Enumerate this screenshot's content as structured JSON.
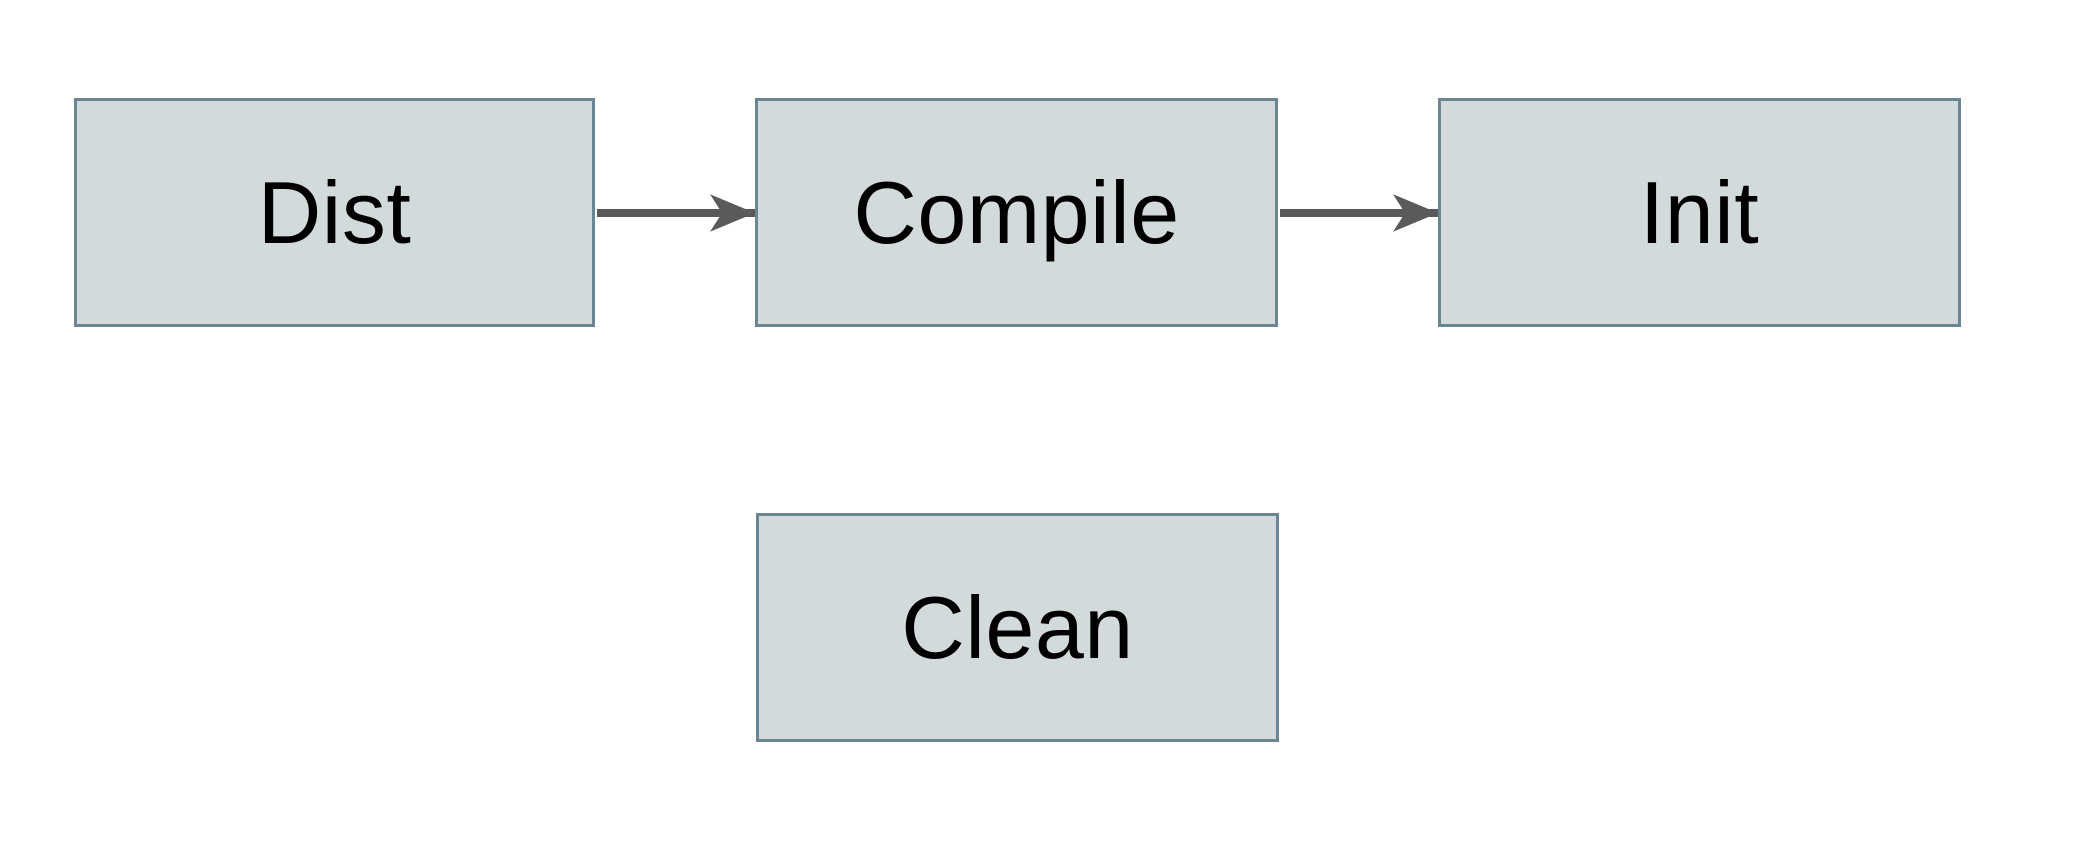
{
  "diagram": {
    "nodes": [
      {
        "id": "dist",
        "label": "Dist"
      },
      {
        "id": "compile",
        "label": "Compile"
      },
      {
        "id": "init",
        "label": "Init"
      },
      {
        "id": "clean",
        "label": "Clean"
      }
    ],
    "edges": [
      {
        "from": "Dist",
        "to": "Compile",
        "direction": "right"
      },
      {
        "from": "Compile",
        "to": "Init",
        "direction": "right"
      }
    ],
    "colors": {
      "background": "#ffffff",
      "node_fill": "#d3dadc",
      "node_border": "#6b8593",
      "arrow": "#595a5c",
      "text": "#000000"
    }
  }
}
